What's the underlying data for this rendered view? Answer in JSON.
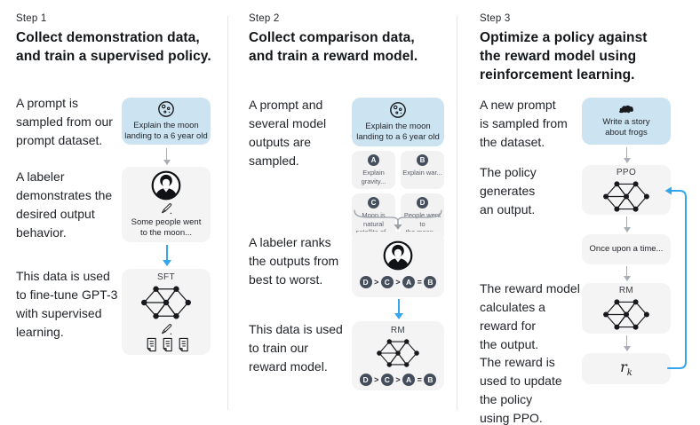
{
  "colors": {
    "panel_blue": "#cce3f2",
    "panel_gray": "#f4f4f5",
    "arrow_blue": "#35a5ee",
    "arrow_gray": "#a9adb5",
    "chip_dark": "#454e5d",
    "divider": "#e6e6e8",
    "text": "#1f2227"
  },
  "steps": [
    {
      "label": "Step 1",
      "title": "Collect demonstration data,\nand train a supervised policy.",
      "captions": [
        "A prompt is\nsampled from our\nprompt dataset.",
        "A labeler\ndemonstrates the\ndesired output\nbehavior.",
        "This data is used\nto fine-tune GPT-3\nwith supervised\nlearning."
      ],
      "prompt_box": {
        "icon": "moon-icon",
        "text": "Explain the moon\nlanding to a 6 year old"
      },
      "labeler_box": {
        "icon": "labeler-icon",
        "text": "Some people went\nto the moon..."
      },
      "model_box": {
        "label": "SFT"
      }
    },
    {
      "label": "Step 2",
      "title": "Collect comparison data,\nand train a reward model.",
      "captions": [
        "A prompt and\nseveral model\noutputs are\nsampled.",
        "A labeler ranks\nthe outputs from\nbest to worst.",
        "This data is used\nto train our\nreward model."
      ],
      "prompt_box": {
        "icon": "moon-icon",
        "text": "Explain the moon\nlanding to a 6 year old"
      },
      "outputs": [
        {
          "letter": "A",
          "text": "Explain gravity..."
        },
        {
          "letter": "B",
          "text": "Explain war..."
        },
        {
          "letter": "C",
          "text": "Moon is natural\nsatellite of..."
        },
        {
          "letter": "D",
          "text": "People went to\nthe moon..."
        }
      ],
      "ranking": {
        "letters": [
          "D",
          "C",
          "A",
          "B"
        ],
        "ops": [
          ">",
          ">",
          "="
        ]
      },
      "model_box": {
        "label": "RM"
      }
    },
    {
      "label": "Step 3",
      "title": "Optimize a policy against\nthe reward model using\nreinforcement learning.",
      "captions": [
        "A new prompt\nis sampled from\nthe dataset.",
        "The policy\ngenerates\nan output.",
        "The reward model\ncalculates a\nreward for\nthe output.",
        "The reward is\nused to update\nthe policy\nusing PPO."
      ],
      "prompt_box": {
        "icon": "frog-icon",
        "text": "Write a story\nabout frogs"
      },
      "policy_box": {
        "label": "PPO"
      },
      "output_box": {
        "text": "Once upon a time..."
      },
      "reward_model_box": {
        "label": "RM"
      },
      "reward_box": {
        "symbol": "r",
        "subscript": "k"
      }
    }
  ]
}
